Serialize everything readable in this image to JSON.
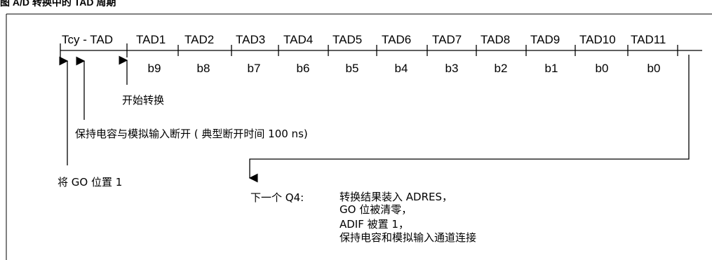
{
  "caption": "图 A/D 转换中的 TAD 周期",
  "periods": [
    {
      "main": "T",
      "sub": "CY",
      "prefix": "",
      "suffix": ""
    },
    {
      "main": "T",
      "sub": "AD1"
    },
    {
      "main": "T",
      "sub": "AD2"
    },
    {
      "main": "T",
      "sub": "AD3"
    },
    {
      "main": "T",
      "sub": "AD4"
    },
    {
      "main": "T",
      "sub": "AD5"
    },
    {
      "main": "T",
      "sub": "AD6"
    },
    {
      "main": "T",
      "sub": "AD7"
    },
    {
      "main": "T",
      "sub": "AD8"
    },
    {
      "main": "T",
      "sub": "AD9"
    },
    {
      "main": "T",
      "sub": "AD10"
    },
    {
      "main": "T",
      "sub": "AD11"
    }
  ],
  "first_period_text": "Tcy - TAD",
  "period_labels": [
    "TAD1",
    "TAD2",
    "TAD3",
    "TAD4",
    "TAD5",
    "TAD6",
    "TAD7",
    "TAD8",
    "TAD9",
    "TAD10",
    "TAD11"
  ],
  "bits": [
    "b9",
    "b8",
    "b7",
    "b6",
    "b5",
    "b4",
    "b3",
    "b2",
    "b1",
    "b0",
    "b0"
  ],
  "notes": {
    "start_conversion": "开始转换",
    "hold_disconnect": "保持电容与模拟输入断开 ( 典型断开时间 100 ns)",
    "set_go": "将 GO 位置 1",
    "next_q4": "下一个 Q4:",
    "result_lines": [
      "转换结果装入 ADRES，",
      "GO 位被清零，",
      "ADIF 被置 1，",
      "保持电容和模拟输入通道连接"
    ]
  }
}
